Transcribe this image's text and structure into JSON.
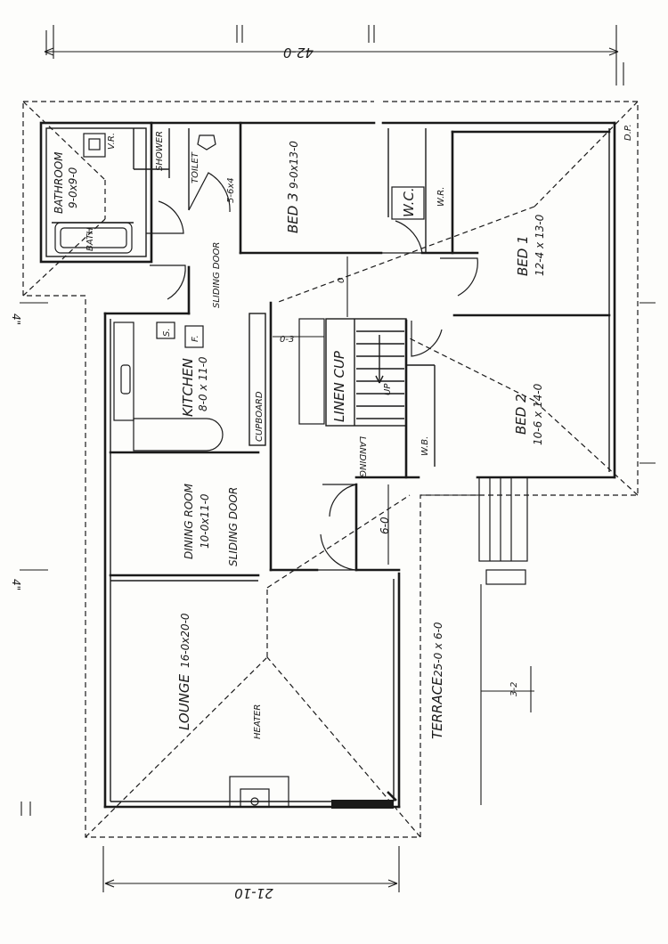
{
  "dimensions": {
    "top_width": "42-0",
    "bottom_width": "21-10",
    "left_mark_upper": "4\"",
    "left_mark_lower": "4\"",
    "side_3_2": "3-2",
    "side_6_0": "6-0",
    "hall_0_3": "0-3",
    "hall_0": "0"
  },
  "rooms": {
    "bathroom": "BATHROOM",
    "bathroom_size": "9-0x9-0",
    "vr": "V.R.",
    "bath": "BATH",
    "shower": "SHOWER",
    "toilet": "TOILET",
    "toilet_size": "5-6x4",
    "bed3": "BED 3",
    "bed3_size": "9-0x13-0",
    "wc": "W.C.",
    "wr": "W.R.",
    "bed1": "BED 1",
    "bed1_size": "12-4 x 13-0",
    "bed2": "BED 2",
    "bed2_size": "10-6 x 14-0",
    "sliding_door_top": "SLIDING DOOR",
    "kitchen": "KITCHEN",
    "kitchen_size": "8-0 x 11-0",
    "cupboard": "CUPBOARD",
    "linen_cup": "LINEN CUP",
    "up": "UP",
    "landing": "LANDING",
    "wb": "W.B.",
    "dining": "DINING ROOM",
    "dining_size": "10-0x11-0",
    "sliding_door": "SLIDING DOOR",
    "lounge": "LOUNGE",
    "lounge_size": "16-0x20-0",
    "heater": "HEATER",
    "terrace": "TERRACE",
    "terrace_size": "25-0 x 6-0",
    "fridge": "F.",
    "sink": "S.",
    "dp": "D.P."
  }
}
